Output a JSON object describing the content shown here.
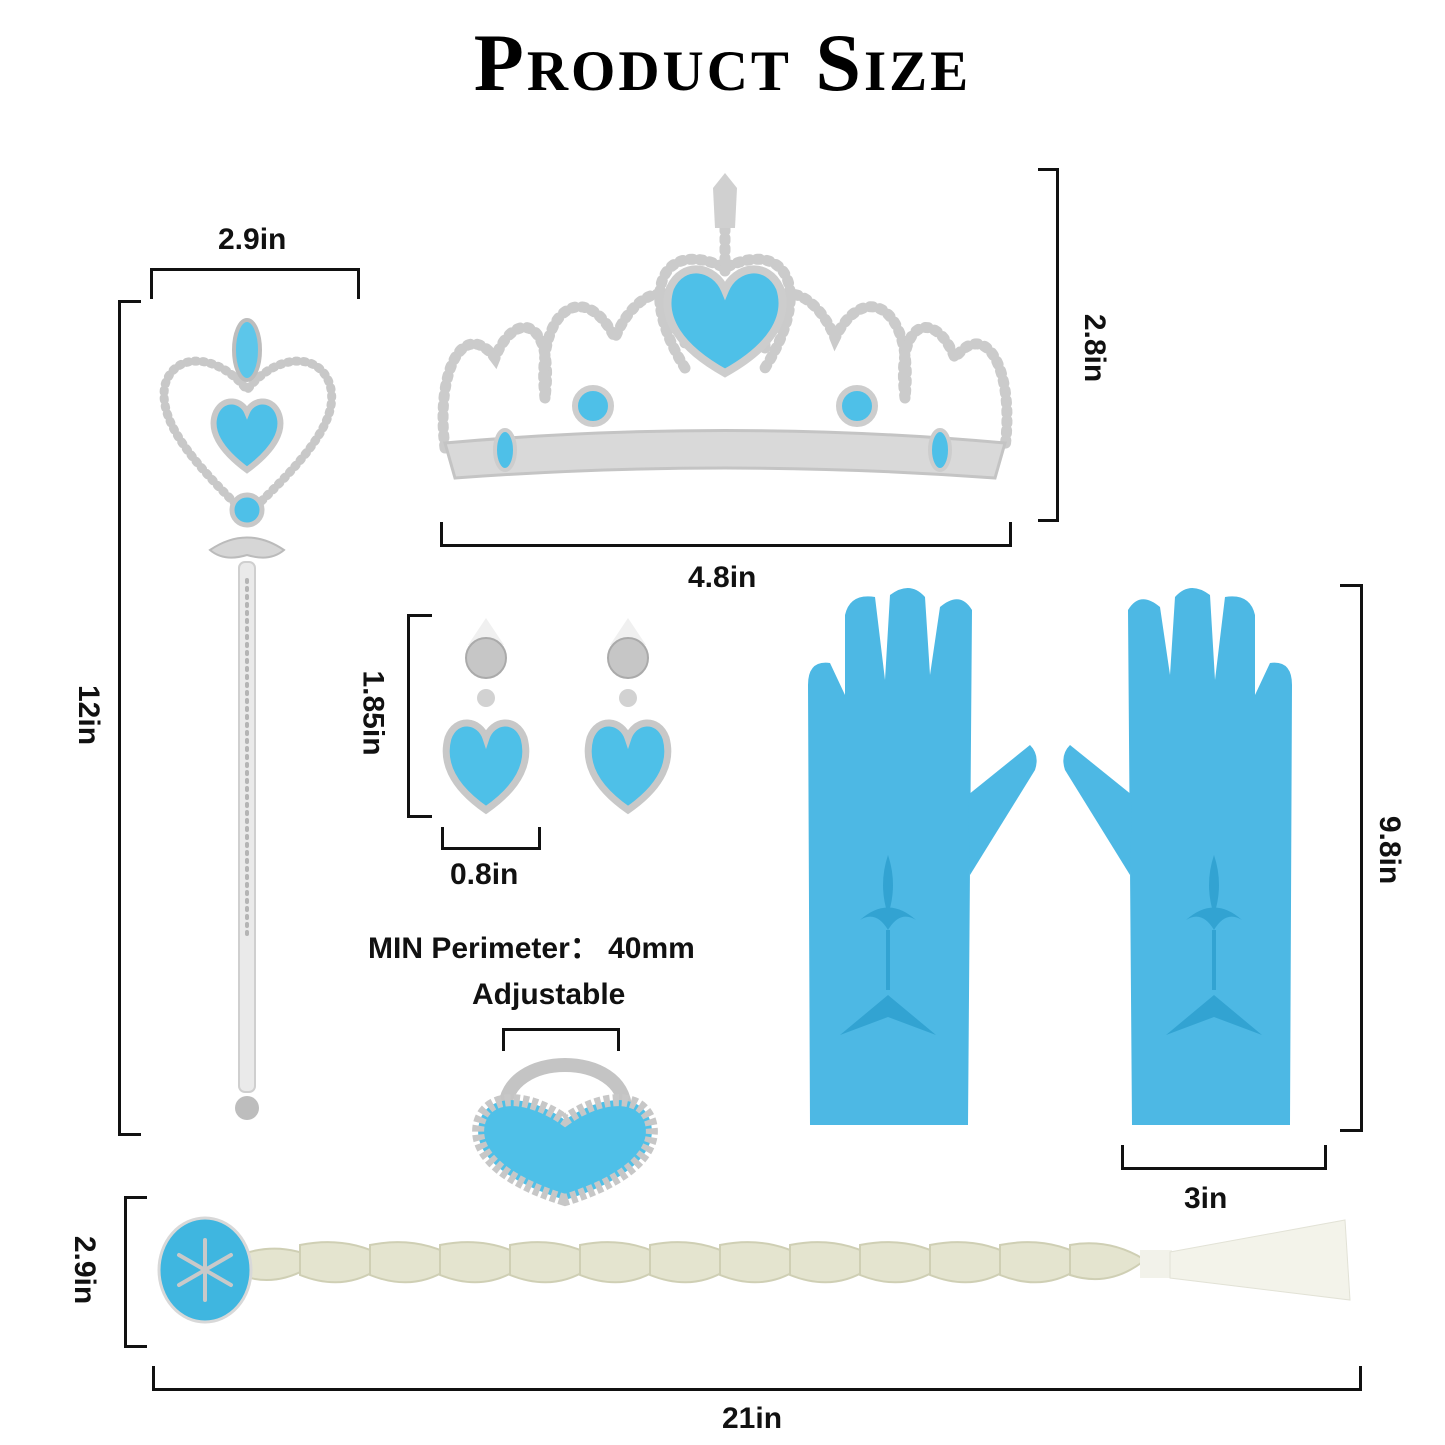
{
  "title": "Product Size",
  "colors": {
    "accent_blue": "#3fb6e0",
    "glove_blue": "#4db8e4",
    "gem_blue": "#5cc6ea",
    "silver": "#c9c9c9",
    "braid": "#e6e6d2",
    "text": "#111111"
  },
  "items": {
    "wand": {
      "name": "Wand",
      "width_label": "2.9in",
      "height_label": "12in",
      "icon": "wand-icon"
    },
    "crown": {
      "name": "Tiara Crown",
      "width_label": "4.8in",
      "height_label": "2.8in",
      "icon": "crown-icon"
    },
    "earrings": {
      "name": "Earrings",
      "width_label": "0.8in",
      "height_label": "1.85in",
      "icon": "earring-icon"
    },
    "ring": {
      "name": "Ring",
      "perimeter_label": "MIN Perimeter：  40mm",
      "adjustable_label": "Adjustable",
      "icon": "ring-icon"
    },
    "gloves": {
      "name": "Gloves",
      "width_label": "3in",
      "height_label": "9.8in",
      "icon": "glove-icon"
    },
    "braid": {
      "name": "Braid Wig",
      "width_label": "21in",
      "height_label": "2.9in",
      "icon": "braid-icon"
    }
  }
}
